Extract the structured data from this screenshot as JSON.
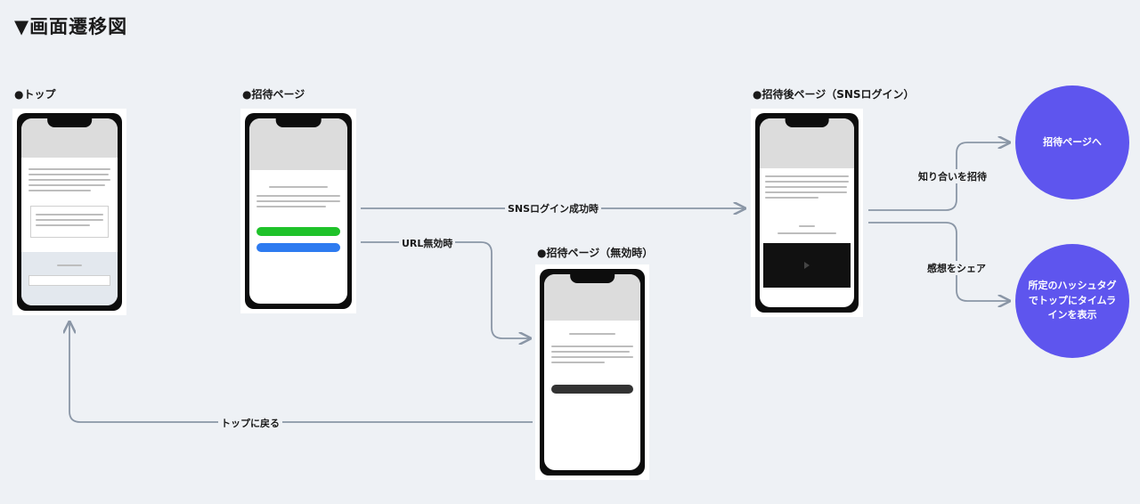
{
  "title": "▼画面遷移図",
  "screens": {
    "top": {
      "label": "●トップ"
    },
    "invite": {
      "label": "●招待ページ"
    },
    "invalid": {
      "label": "●招待ページ（無効時）"
    },
    "after": {
      "label": "●招待後ページ（SNSログイン）"
    }
  },
  "nodes": {
    "invite_page": "招待ページへ",
    "timeline": "所定のハッシュタグ\nでトップにタイムラ\nインを表示"
  },
  "edges": {
    "sns_login": "SNSログイン成功時",
    "url_invalid": "URL無効時",
    "back_top": "トップに戻る",
    "invite_friend": "知り合いを招待",
    "share": "感想をシェア"
  },
  "colors": {
    "accent": "#5e55ee",
    "green_button": "#1fc22a",
    "blue_button": "#2e7bf0",
    "arrow": "#8a96a6"
  }
}
